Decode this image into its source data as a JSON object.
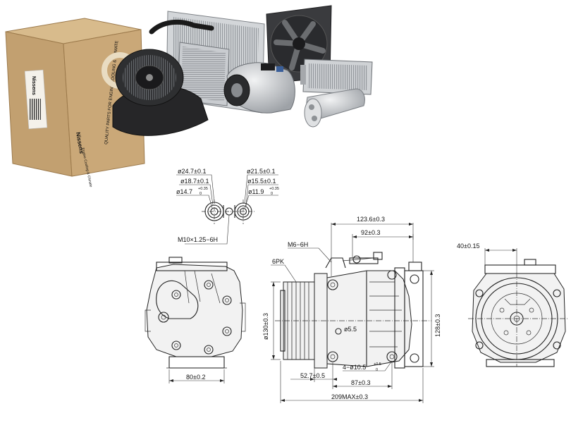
{
  "box": {
    "brand_side": "Nissens",
    "brand_front": "Nissens",
    "slogan": "Engine Cooling & Climate",
    "vertical_text": "QUALITY PARTS FOR ENGINE COOLING & CLIMATE"
  },
  "colors": {
    "cardboard": "#c8a878",
    "cardboard_dark": "#a88656",
    "brand_blue": "#1f5fa8",
    "metal": "#b9bcc0"
  },
  "drawing": {
    "port_dims": {
      "left_outer": "ø24.7±0.1",
      "left_mid": "ø18.7±0.1",
      "left_inner": "ø14.7",
      "left_inner_tol": "+0.35",
      "left_inner_tol2": "0",
      "right_outer": "ø21.5±0.1",
      "right_mid": "ø15.5±0.1",
      "right_inner": "ø11.9",
      "right_inner_tol": "+0.35",
      "right_inner_tol2": "0",
      "thread": "M10×1.25−6H"
    },
    "front_view": {
      "width_80": "80±0.2"
    },
    "side_view": {
      "d123": "123.6±0.3",
      "d92": "92±0.3",
      "m6": "M6−6H",
      "belt": "6PK",
      "d130": "ø130±0.3",
      "d128": "128±0.3",
      "d5_5": "ø5.5",
      "holes": "4−ø10.5",
      "holes_tol": "+0.5",
      "holes_tol2": "0",
      "d52_7": "52.7±0.5",
      "d87": "87±0.3",
      "d209": "209MAX±0.3"
    },
    "rear_view": {
      "d40": "40±0.15"
    }
  }
}
